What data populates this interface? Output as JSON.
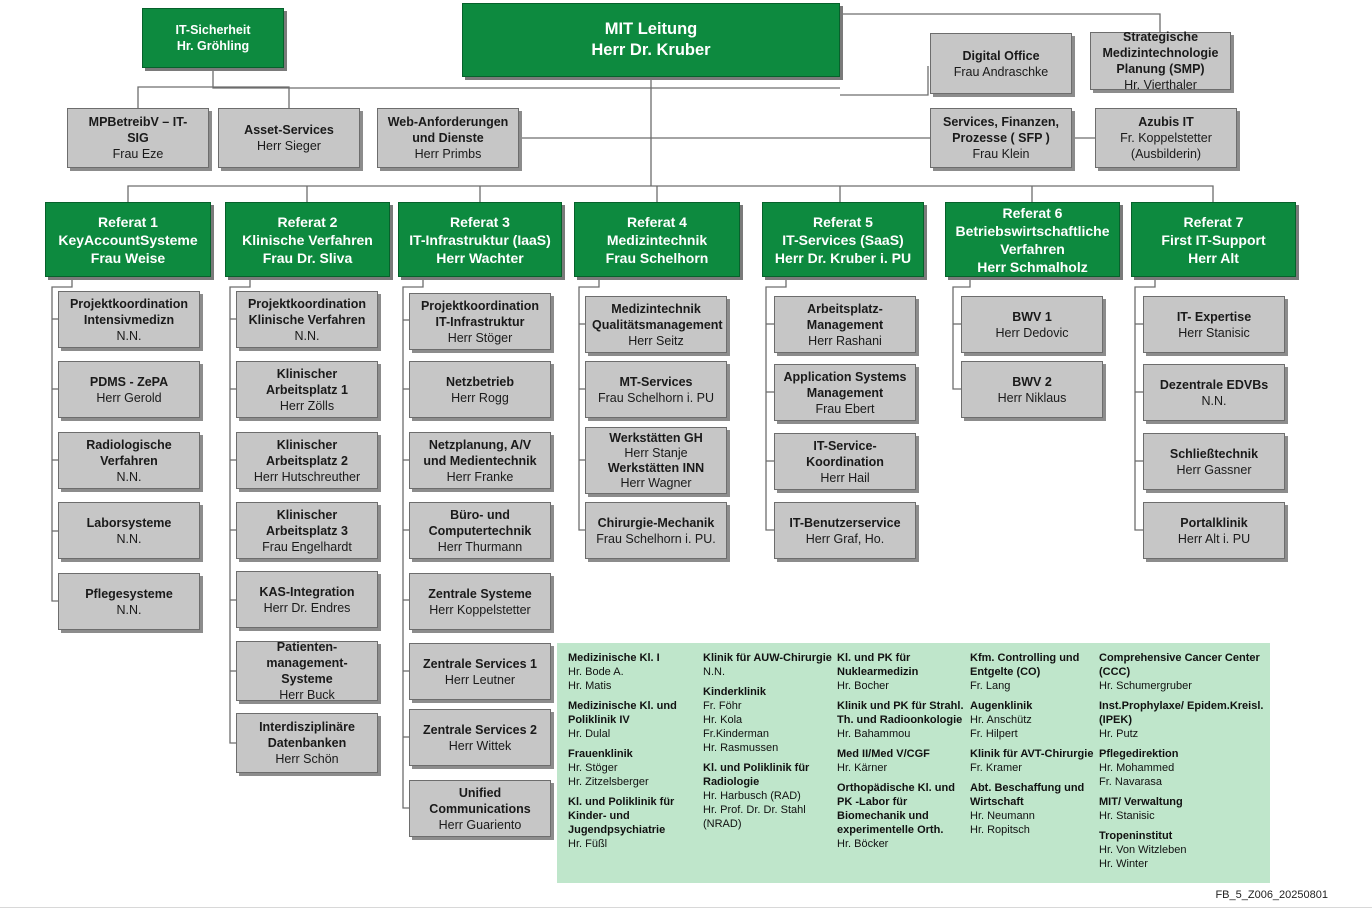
{
  "top": {
    "mit": {
      "title": "MIT Leitung",
      "sub": "Herr Dr. Kruber"
    },
    "it_sicherheit": {
      "title": "IT-Sicherheit",
      "sub": "Hr. Gröhling"
    },
    "strategische": {
      "title": "Strategische Medizintechnologie Planung (SMP)",
      "sub": "Hr. Vierthaler"
    },
    "digital_office": {
      "title": "Digital Office",
      "sub": "Frau Andraschke"
    },
    "mpbetreibv": {
      "title": "MPBetreibV – IT-SIG",
      "sub": "Frau Eze"
    },
    "asset": {
      "title": "Asset-Services",
      "sub": "Herr Sieger"
    },
    "web": {
      "title": "Web-Anforderungen und Dienste",
      "sub": "Herr Primbs"
    },
    "sfp": {
      "title": "Services, Finanzen, Prozesse ( SFP )",
      "sub": "Frau Klein"
    },
    "azubis": {
      "title": "Azubis IT",
      "sub": "Fr. Koppelstetter (Ausbilderin)"
    }
  },
  "referate": [
    {
      "title": "Referat 1",
      "sub": "KeyAccountSysteme",
      "head": "Frau Weise",
      "items": [
        {
          "title": "Projektkoordination Intensivmedizn",
          "sub": "N.N."
        },
        {
          "title": "PDMS - ZePA",
          "sub": "Herr Gerold"
        },
        {
          "title": "Radiologische Verfahren",
          "sub": "N.N."
        },
        {
          "title": "Laborsysteme",
          "sub": "N.N."
        },
        {
          "title": "Pflegesysteme",
          "sub": "N.N."
        }
      ]
    },
    {
      "title": "Referat 2",
      "sub": "Klinische Verfahren",
      "head": "Frau Dr. Sliva",
      "items": [
        {
          "title": "Projektkoordination Klinische Verfahren",
          "sub": "N.N."
        },
        {
          "title": "Klinischer Arbeitsplatz 1",
          "sub": "Herr Zölls"
        },
        {
          "title": "Klinischer Arbeitsplatz 2",
          "sub": "Herr Hutschreuther"
        },
        {
          "title": "Klinischer Arbeitsplatz 3",
          "sub": "Frau Engelhardt"
        },
        {
          "title": "KAS-Integration",
          "sub": "Herr Dr. Endres"
        },
        {
          "title": "Patienten-management-Systeme",
          "sub": "Herr Buck"
        },
        {
          "title": "Interdisziplinäre Datenbanken",
          "sub": "Herr Schön"
        }
      ]
    },
    {
      "title": "Referat 3",
      "sub": "IT-Infrastruktur (IaaS)",
      "head": "Herr Wachter",
      "items": [
        {
          "title": "Projektkoordination IT-Infrastruktur",
          "sub": "Herr Stöger"
        },
        {
          "title": "Netzbetrieb",
          "sub": "Herr Rogg"
        },
        {
          "title": "Netzplanung, A/V und Medientechnik",
          "sub": "Herr Franke"
        },
        {
          "title": "Büro- und Computertechnik",
          "sub": "Herr Thurmann"
        },
        {
          "title": "Zentrale Systeme",
          "sub": "Herr Koppelstetter"
        },
        {
          "title": "Zentrale Services 1",
          "sub": "Herr Leutner"
        },
        {
          "title": "Zentrale Services 2",
          "sub": "Herr Wittek"
        },
        {
          "title": "Unified Communications",
          "sub": "Herr Guariento"
        }
      ]
    },
    {
      "title": "Referat 4",
      "sub": "Medizintechnik",
      "head": "Frau Schelhorn",
      "items": [
        {
          "title": "Medizintechnik Qualitätsmanagement",
          "sub": "Herr Seitz"
        },
        {
          "title": "MT-Services",
          "sub": "Frau Schelhorn i. PU"
        },
        {
          "title": "Werkstätten GH",
          "sub": "Herr Stanje",
          "title2": "Werkstätten INN",
          "sub2": "Herr Wagner"
        },
        {
          "title": "Chirurgie-Mechanik",
          "sub": "Frau Schelhorn i. PU."
        }
      ]
    },
    {
      "title": "Referat 5",
      "sub": "IT-Services (SaaS)",
      "head": "Herr Dr. Kruber i. PU",
      "items": [
        {
          "title": "Arbeitsplatz-Management",
          "sub": "Herr Rashani"
        },
        {
          "title": "Application Systems Management",
          "sub": "Frau Ebert"
        },
        {
          "title": "IT-Service-Koordination",
          "sub": "Herr Hail"
        },
        {
          "title": "IT-Benutzerservice",
          "sub": "Herr Graf, Ho."
        }
      ]
    },
    {
      "title": "Referat 6",
      "sub": "Betriebswirtschaftliche Verfahren",
      "head": "Herr Schmalholz",
      "items": [
        {
          "title": "BWV 1",
          "sub": "Herr Dedovic"
        },
        {
          "title": "BWV 2",
          "sub": "Herr Niklaus"
        }
      ]
    },
    {
      "title": "Referat 7",
      "sub": "First IT-Support",
      "head": "Herr Alt",
      "items": [
        {
          "title": "IT- Expertise",
          "sub": "Herr Stanisic"
        },
        {
          "title": "Dezentrale EDVBs",
          "sub": "N.N."
        },
        {
          "title": "Schließtechnik",
          "sub": "Herr Gassner"
        },
        {
          "title": "Portalklinik",
          "sub": "Herr Alt i. PU"
        }
      ]
    }
  ],
  "clinics": [
    [
      {
        "name": "Medizinische Kl. I",
        "people": "Hr. Bode A.\nHr. Matis"
      },
      {
        "name": "Medizinische Kl. und Poliklinik IV",
        "people": "Hr. Dulal"
      },
      {
        "name": "Frauenklinik",
        "people": "Hr. Stöger\nHr. Zitzelsberger"
      },
      {
        "name": "Kl. und Poliklinik für Kinder- und Jugendpsychiatrie",
        "people": "Hr. Füßl"
      }
    ],
    [
      {
        "name": "Klinik für AUW-Chirurgie",
        "people": "N.N."
      },
      {
        "name": "Kinderklinik",
        "people": "Fr. Föhr\nHr. Kola\nFr.Kinderman\nHr. Rasmussen"
      },
      {
        "name": "Kl. und Poliklinik für Radiologie",
        "people": "Hr. Harbusch (RAD)\nHr. Prof. Dr. Dr. Stahl\n(NRAD)"
      }
    ],
    [
      {
        "name": "Kl. und PK für Nuklearmedizin",
        "people": "Hr. Bocher"
      },
      {
        "name": "Klinik und PK für Strahl. Th. und Radioonkologie",
        "people": "Hr. Bahammou"
      },
      {
        "name": "Med II/Med V/CGF",
        "people": "Hr. Kärner"
      },
      {
        "name": "Orthopädische Kl. und PK -Labor für Biomechanik und experimentelle Orth.",
        "people": "Hr. Böcker"
      }
    ],
    [
      {
        "name": "Kfm. Controlling und Entgelte (CO)",
        "people": "Fr. Lang"
      },
      {
        "name": "Augenklinik",
        "people": "Hr. Anschütz\nFr. Hilpert"
      },
      {
        "name": "Klinik für AVT-Chirurgie",
        "people": "Fr. Kramer"
      },
      {
        "name": "Abt. Beschaffung und Wirtschaft",
        "people": "Hr. Neumann\nHr. Ropitsch"
      }
    ],
    [
      {
        "name": "Comprehensive Cancer Center (CCC)",
        "people": "Hr. Schumergruber"
      },
      {
        "name": "Inst.Prophylaxe/ Epidem.Kreisl.(IPEK)",
        "people": "Hr. Putz"
      },
      {
        "name": "Pflegedirektion",
        "people": "Hr. Mohammed\nFr. Navarasa"
      },
      {
        "name": "MIT/ Verwaltung",
        "people": "Hr. Stanisic"
      },
      {
        "name": "Tropeninstitut",
        "people": "Hr. Von Witzleben\nHr. Winter"
      }
    ]
  ],
  "footer": "FB_5_Z006_20250801"
}
